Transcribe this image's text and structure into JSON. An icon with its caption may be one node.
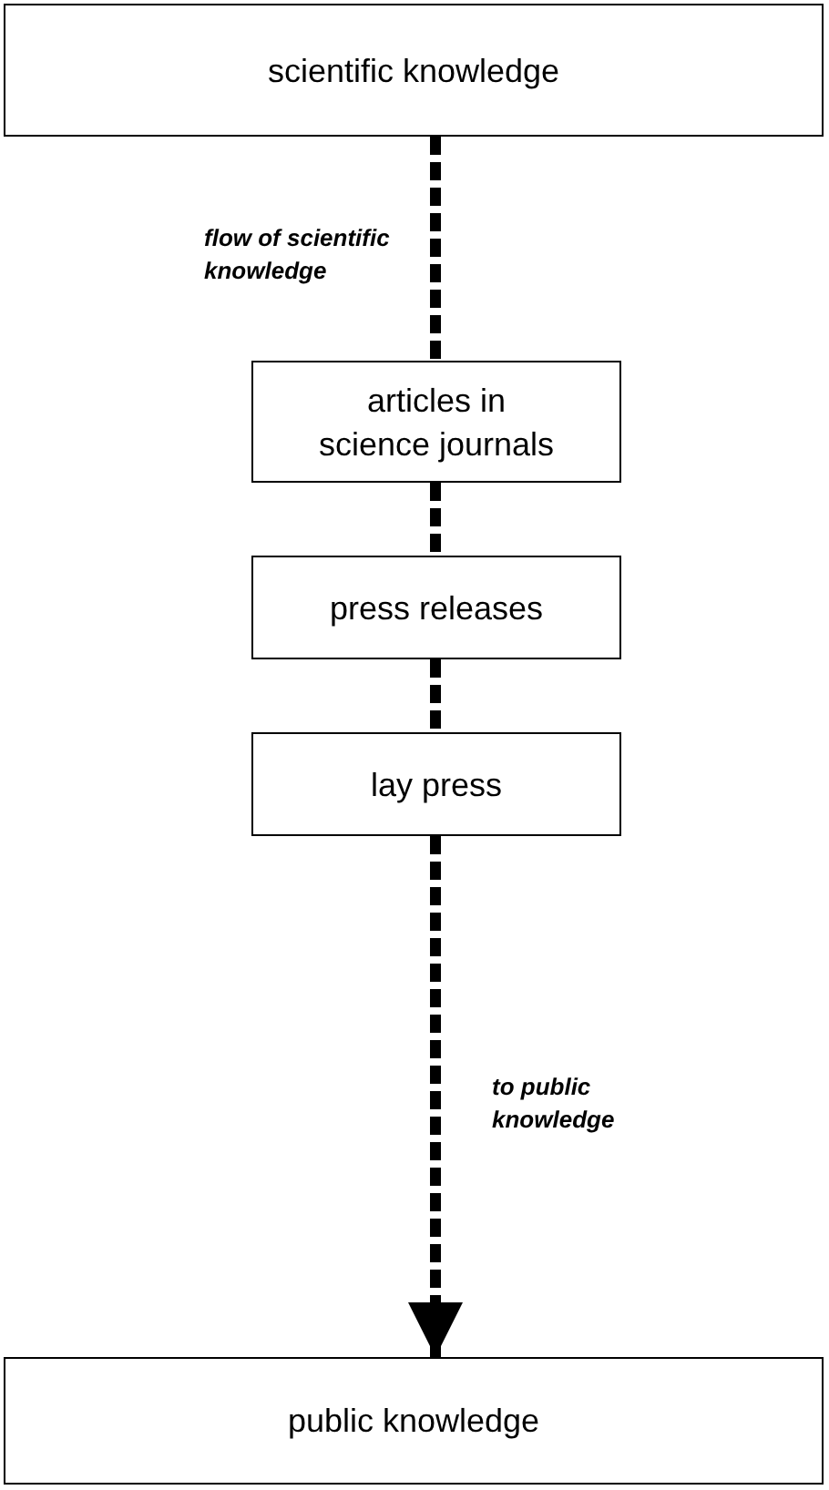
{
  "diagram": {
    "nodes": [
      {
        "text": [
          "scientific knowledge"
        ]
      },
      {
        "text": [
          "articles in science journals"
        ]
      },
      {
        "text": [
          "press releases"
        ]
      },
      {
        "text": [
          "lay press"
        ]
      },
      {
        "text": [
          "public knowledge"
        ]
      }
    ],
    "edges": [
      {
        "from": 0,
        "to": 1,
        "arrow": "none",
        "label": "flow of scientific knowledge",
        "style": "dashed"
      },
      {
        "from": 1,
        "to": 2,
        "arrow": "none",
        "style": "dashed"
      },
      {
        "from": 2,
        "to": 3,
        "arrow": "none",
        "style": "dashed"
      },
      {
        "from": 3,
        "to": 4,
        "arrow": "to",
        "label": "to public knowledge",
        "style": "dashed"
      }
    ]
  }
}
